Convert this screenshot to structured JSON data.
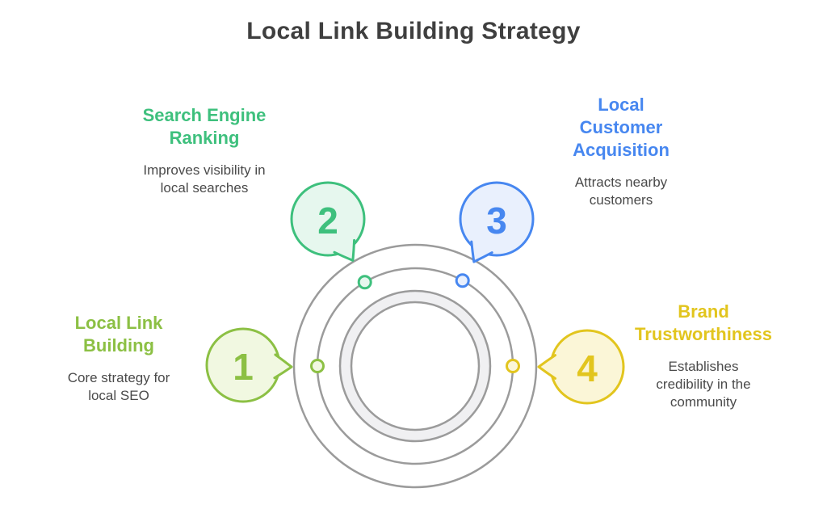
{
  "title": "Local Link Building Strategy",
  "colors": {
    "title_text": "#3f3f3f",
    "body_text": "#4a4a4a",
    "ring_stroke": "#9b9b9b",
    "ring_band_fill": "#f0f0f2",
    "background": "#ffffff"
  },
  "items": [
    {
      "number": "1",
      "heading": [
        "Local Link",
        "Building"
      ],
      "description": [
        "Core strategy for",
        "local SEO"
      ],
      "color": "#8cc044",
      "fill": "#f1f8e1"
    },
    {
      "number": "2",
      "heading": [
        "Search Engine",
        "Ranking"
      ],
      "description": [
        "Improves visibility in",
        "local searches"
      ],
      "color": "#3ec07d",
      "fill": "#e6f7ee"
    },
    {
      "number": "3",
      "heading": [
        "Local",
        "Customer",
        "Acquisition"
      ],
      "description": [
        "Attracts nearby",
        "customers"
      ],
      "color": "#4787f0",
      "fill": "#e9f0fd"
    },
    {
      "number": "4",
      "heading": [
        "Brand",
        "Trustworthiness"
      ],
      "description": [
        "Establishes",
        "credibility in the",
        "community"
      ],
      "color": "#e2c51e",
      "fill": "#fbf6d7"
    }
  ]
}
